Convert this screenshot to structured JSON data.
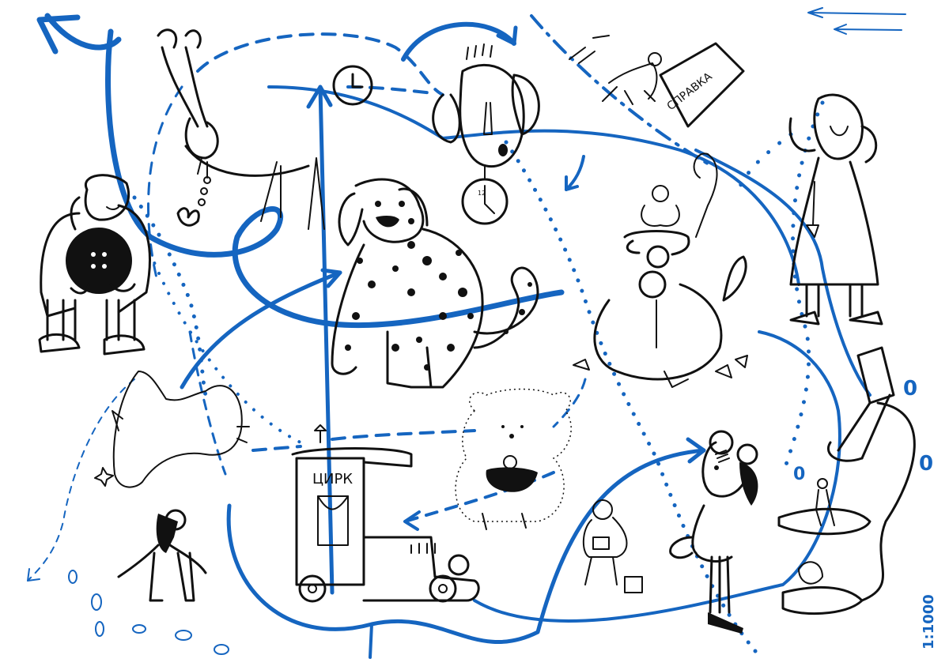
{
  "labels": {
    "sign": "СПРАВКА",
    "circus": "ЦИРК",
    "scale": "1:1000",
    "zero": "0"
  },
  "colors": {
    "ink": "#111111",
    "accent": "#1565c0",
    "background": "#ffffff"
  }
}
